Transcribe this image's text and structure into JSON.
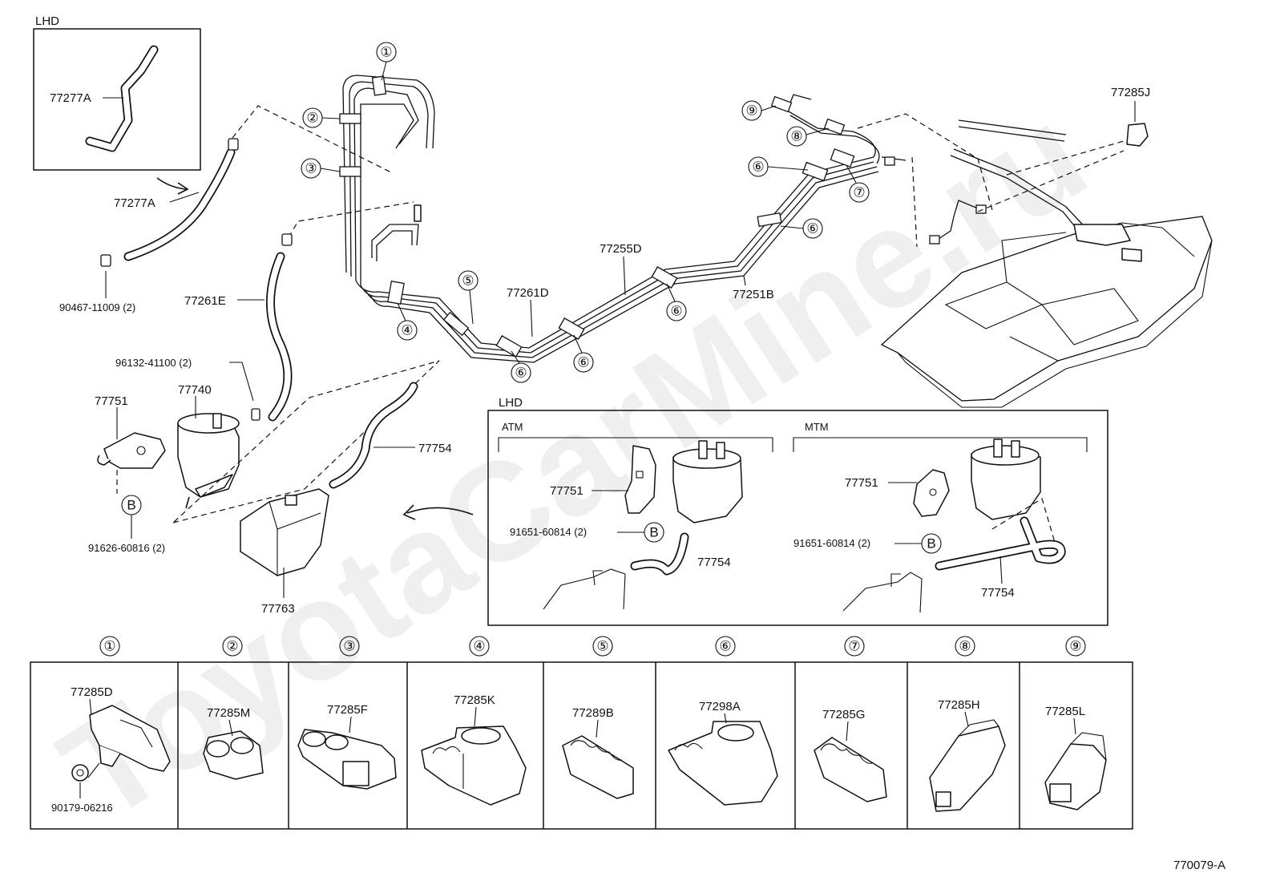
{
  "watermark": "ToyotaCarMine.ru",
  "diagram_code": "770079-A",
  "lhd_label": "LHD",
  "lhd_box_label": "LHD",
  "atm_label": "ATM",
  "mtm_label": "MTM",
  "callout_numbers": [
    "①",
    "②",
    "③",
    "④",
    "⑤",
    "⑥",
    "⑦",
    "⑧",
    "⑨"
  ],
  "ref_b": "B",
  "parts": {
    "p77277A_inset": "77277A",
    "p77277A": "77277A",
    "p90467": "90467-11009 (2)",
    "p77261E": "77261E",
    "p96132": "96132-41100 (2)",
    "p77751": "77751",
    "p77740": "77740",
    "p91626": "91626-60816 (2)",
    "p77754": "77754",
    "p77763": "77763",
    "p77261D": "77261D",
    "p77255D": "77255D",
    "p77251B": "77251B",
    "p77285J": "77285J",
    "atm_77751": "77751",
    "atm_91651": "91651-60814 (2)",
    "atm_77754": "77754",
    "mtm_77751": "77751",
    "mtm_91651": "91651-60814 (2)",
    "mtm_77754": "77754"
  },
  "clamp_table": [
    {
      "num": "①",
      "part": "77285D",
      "extra": "90179-06216"
    },
    {
      "num": "②",
      "part": "77285M"
    },
    {
      "num": "③",
      "part": "77285F"
    },
    {
      "num": "④",
      "part": "77285K"
    },
    {
      "num": "⑤",
      "part": "77289B"
    },
    {
      "num": "⑥",
      "part": "77298A"
    },
    {
      "num": "⑦",
      "part": "77285G"
    },
    {
      "num": "⑧",
      "part": "77285H"
    },
    {
      "num": "⑨",
      "part": "77285L"
    }
  ]
}
